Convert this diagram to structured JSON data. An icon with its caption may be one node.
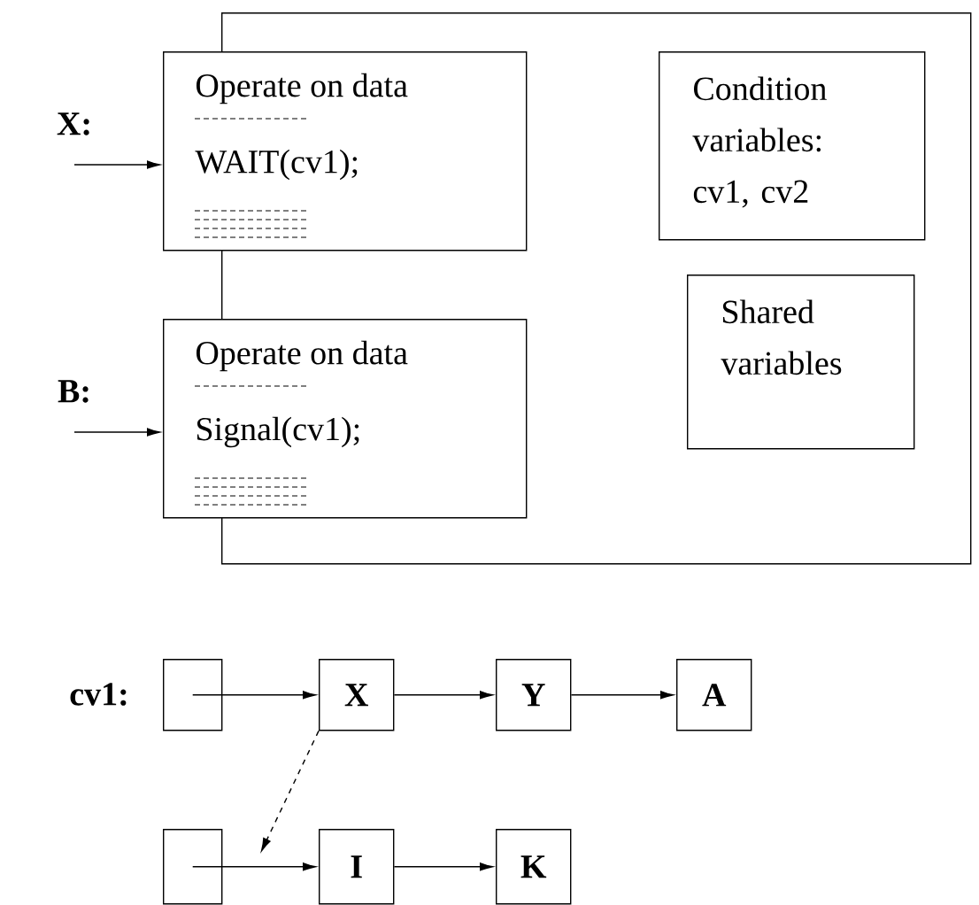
{
  "diagram": {
    "nodes": [
      {
        "text": [],
        "shape": "box"
      },
      {
        "text": [
          "X:"
        ]
      },
      {
        "text": [
          "Operate on data",
          "WAIT(cv1);"
        ]
      },
      {
        "text": [
          "B:"
        ]
      },
      {
        "text": [
          "Operate on data",
          "Signal(cv1);"
        ]
      },
      {
        "text": [
          "Condition variables: cv1, cv2"
        ],
        "in": 0
      },
      {
        "text": [
          "Shared variables"
        ],
        "in": 0
      },
      {
        "text": [],
        "shape": "box"
      },
      {
        "text": [
          "X"
        ]
      },
      {
        "text": [
          "Y"
        ]
      },
      {
        "text": [
          "A"
        ]
      },
      {
        "text": [],
        "shape": "box"
      },
      {
        "text": [
          "I"
        ]
      },
      {
        "text": [
          "K"
        ]
      }
    ],
    "edges": [
      {
        "from": 1,
        "to": 2,
        "arrow": "to"
      },
      {
        "from": 3,
        "to": 4,
        "arrow": "to"
      },
      {
        "from": 7,
        "to": 8,
        "arrow": "to"
      },
      {
        "from": 8,
        "to": 9,
        "arrow": "to"
      },
      {
        "from": 9,
        "to": 10,
        "arrow": "to"
      },
      {
        "from": 8,
        "to": null,
        "arrow": "to",
        "style": "dashed"
      },
      {
        "from": 11,
        "to": 12,
        "arrow": "to"
      },
      {
        "from": 12,
        "to": 13,
        "arrow": "to"
      }
    ],
    "labels": [
      "cv1:"
    ]
  }
}
